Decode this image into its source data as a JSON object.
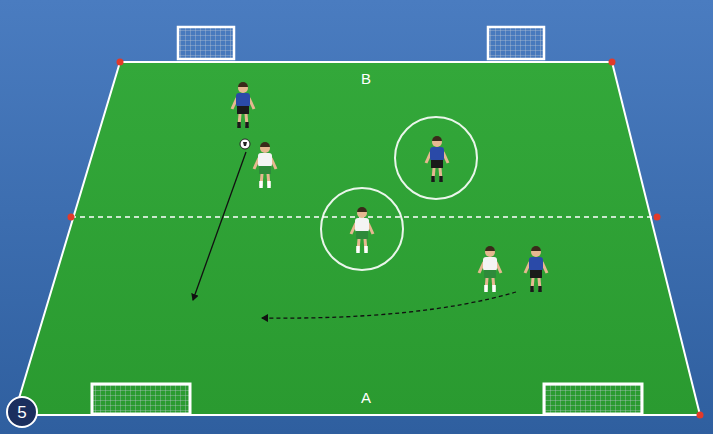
{
  "diagram": {
    "nodes": [
      {
        "text": [
          "5"
        ]
      }
    ],
    "labels": [
      "B",
      "A"
    ]
  }
}
